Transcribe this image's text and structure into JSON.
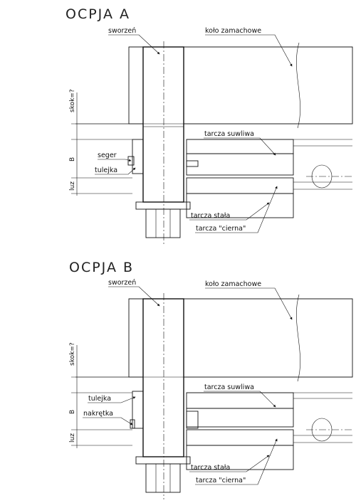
{
  "option_a": {
    "title": "OCPJA A",
    "labels": {
      "bolt": "sworzeń",
      "flywheel": "koło zamachowe",
      "sliding_disc": "tarcza suwliwa",
      "fixed_disc": "tarcza stała",
      "friction_disc": "tarcza \"cierna\"",
      "circlip": "seger",
      "sleeve": "tulejka"
    },
    "dims": {
      "stroke": "skok=?",
      "b": "B",
      "clearance": "luz"
    }
  },
  "option_b": {
    "title": "OCPJA B",
    "labels": {
      "bolt": "sworzeń",
      "flywheel": "koło zamachowe",
      "sliding_disc": "tarcza suwliwa",
      "fixed_disc": "tarcza stała",
      "friction_disc": "tarcza \"cierna\"",
      "sleeve": "tulejka",
      "nut": "nakrętka"
    },
    "dims": {
      "stroke": "skok=?",
      "b": "B",
      "clearance": "luz"
    }
  }
}
